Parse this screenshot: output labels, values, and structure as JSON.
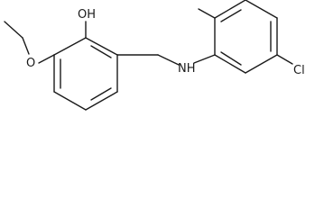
{
  "atom_labels": {
    "hydroxyl": "OH",
    "ether_oxygen": "O",
    "amine": "NH",
    "chlorine": "Cl"
  },
  "colors": {
    "bond": "#1a1a1a",
    "background": "#ffffff"
  }
}
